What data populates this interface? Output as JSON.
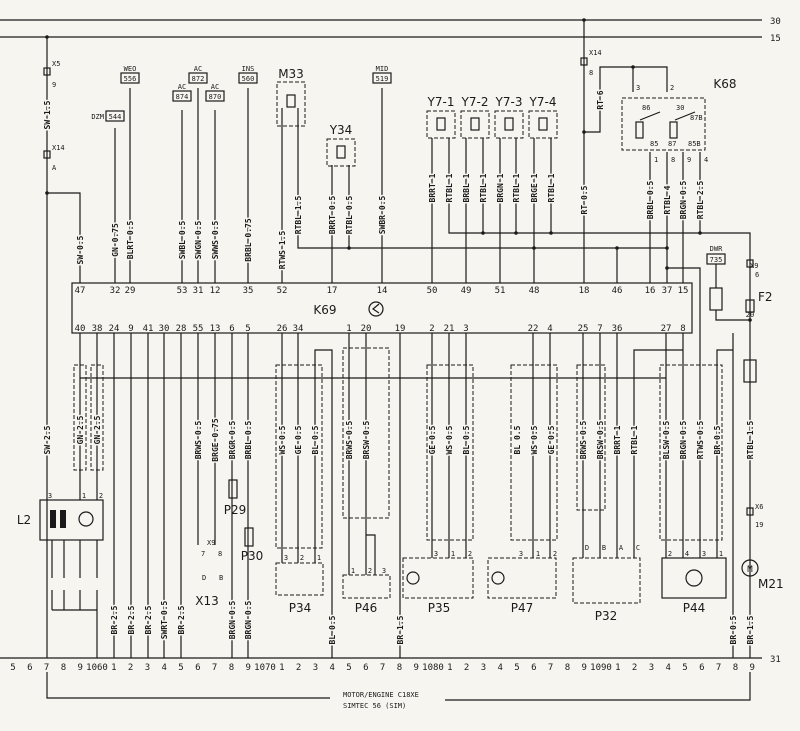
{
  "buses": {
    "b30": "30",
    "b15": "15",
    "b31": "31"
  },
  "title": {
    "line1": "MOTOR/ENGINE C18XE",
    "line2": "SIMTEC 56 (SIM)"
  },
  "k69": {
    "name": "K69",
    "top_pins": [
      "47",
      "32",
      "29",
      "53",
      "31",
      "12",
      "35",
      "52",
      "17",
      "14",
      "50",
      "49",
      "51",
      "48",
      "18",
      "46",
      "16",
      "37",
      "15"
    ],
    "bottom_pins": [
      "40",
      "38",
      "24",
      "9",
      "41",
      "30",
      "28",
      "55",
      "13",
      "6",
      "5",
      "26",
      "34",
      "1",
      "20",
      "19",
      "2",
      "21",
      "3",
      "22",
      "4",
      "25",
      "7",
      "36",
      "27",
      "8"
    ]
  },
  "refs": [
    {
      "code": "DZM",
      "num": "544"
    },
    {
      "code": "WEO",
      "num": "556"
    },
    {
      "code": "AC",
      "num": "874"
    },
    {
      "code": "AC",
      "num": "872"
    },
    {
      "code": "AC",
      "num": "870"
    },
    {
      "code": "INS",
      "num": "560"
    },
    {
      "code": "MID",
      "num": "519"
    },
    {
      "code": "DWR",
      "num": "735"
    }
  ],
  "components": {
    "m33": "M33",
    "y34": "Y34",
    "y7_1": "Y7-1",
    "y7_2": "Y7-2",
    "y7_3": "Y7-3",
    "y7_4": "Y7-4",
    "k68": "K68",
    "l2": "L2",
    "p29": "P29",
    "p30": "P30",
    "x13": "X13",
    "p34": "P34",
    "p46": "P46",
    "p35": "P35",
    "p47": "P47",
    "p32": "P32",
    "p44": "P44",
    "m21": "M21",
    "f2": "F2",
    "f2_pin": "20"
  },
  "connectors": {
    "x5": "X5",
    "x5_pin": "9",
    "x14a": "X14",
    "x14a_pin": "A",
    "x14b": "X14",
    "x14b_pin": "8",
    "x9r": "X9",
    "x9r_pin": "6",
    "x6": "X6",
    "x6_pin": "19",
    "x9b": "X9",
    "x9b_p1": "7",
    "x9b_p2": "8",
    "x13_p1": "D",
    "x13_p2": "B"
  },
  "k68_pins": {
    "p3": "3",
    "p2": "2",
    "t86": "86",
    "t30": "30",
    "t87b": "87B",
    "t85": "85",
    "t87": "87",
    "t85b": "85B",
    "b1": "1",
    "b8": "8",
    "b9": "9",
    "b4": "4"
  },
  "wires": {
    "left_sw": "SW 1.5",
    "top": [
      "SW 0.5",
      "GN 0.75",
      "BLRT 0.5",
      "SWBL 0.5",
      "SWGN 0.5",
      "SWWS 0.5",
      "BRBL 0.75",
      "RTWS 1.5",
      "RTBL 1.5",
      "BRRT 0.5",
      "RTBL 0.5",
      "SWBR 0.5",
      "BRRT 1",
      "RTBL 1",
      "BRBL 1",
      "RTBL 1",
      "BRGN 1",
      "RTBL 1",
      "BRGE 1",
      "RTBL 1",
      "RT 0.5",
      "RT 6",
      "BRBL 0.5",
      "RTBL 4",
      "BRGN 0.5",
      "RTBL 2.5"
    ],
    "mid": [
      "SW 2.5",
      "GN 2.5",
      "GN 2.5",
      "BRWS 0.5",
      "BRGE 0.75",
      "BRGR 0.5",
      "BRBL 0.5",
      "WS 0.5",
      "GE 0.5",
      "BL 0.5",
      "BRWS 0.5",
      "BRSW 0.5",
      "GE 0.5",
      "WS 0.5",
      "BL 0.5",
      "BL 0.5",
      "WS 0.5",
      "GE 0.5",
      "BRWS 0.5",
      "BRSW 0.5",
      "BRRT 1",
      "RTBL 1",
      "BLSW 0.5",
      "BRGN 0.5",
      "RTWS 0.5",
      "BR 0.5",
      "RTBL 1.5"
    ],
    "bottom": [
      "BR 2.5",
      "BR 2.5",
      "BR 2.5",
      "SWRT 0.5",
      "BR 2.5",
      "BRGN 0.5",
      "BRGN 0.5",
      "BL 0.5",
      "BR 1.5",
      "BR 0.5",
      "BR 1.5"
    ]
  },
  "component_pins": {
    "l2": [
      "3",
      "1",
      "2"
    ],
    "p34": [
      "3",
      "2",
      "1"
    ],
    "p46": [
      "1",
      "2",
      "3"
    ],
    "p35": [
      "3",
      "1",
      "2"
    ],
    "p47": [
      "3",
      "1",
      "2"
    ],
    "p32": [
      "D",
      "B",
      "A",
      "C"
    ],
    "p44": [
      "2",
      "4",
      "3",
      "1"
    ]
  },
  "ground_strip": [
    "5",
    "6",
    "7",
    "8",
    "9",
    "1060",
    "1",
    "2",
    "3",
    "4",
    "5",
    "6",
    "7",
    "8",
    "9",
    "1070",
    "1",
    "2",
    "3",
    "4",
    "5",
    "6",
    "7",
    "8",
    "9",
    "1080",
    "1",
    "2",
    "3",
    "4",
    "5",
    "6",
    "7",
    "8",
    "9",
    "1090",
    "1",
    "2",
    "3",
    "4",
    "5",
    "6",
    "7",
    "8",
    "9"
  ]
}
